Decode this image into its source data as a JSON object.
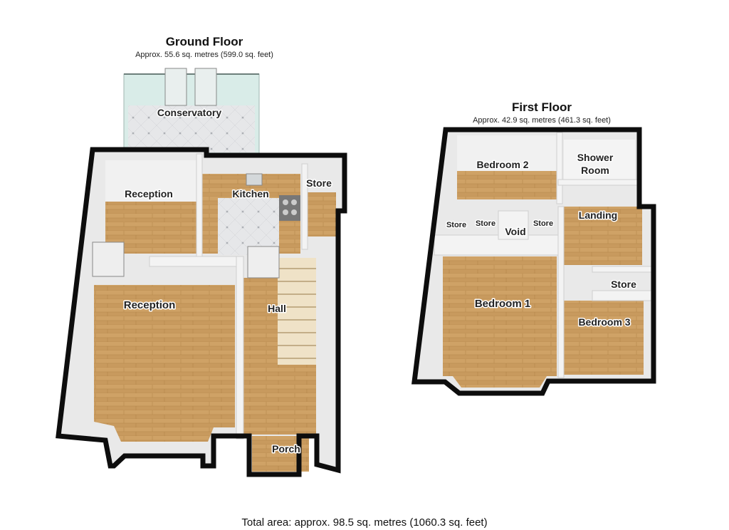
{
  "ground_floor": {
    "title": "Ground Floor",
    "area": "Approx. 55.6 sq. metres (599.0 sq. feet)",
    "rooms": {
      "conservatory": "Conservatory",
      "reception_upper": "Reception",
      "kitchen": "Kitchen",
      "store": "Store",
      "reception_lower": "Reception",
      "hall": "Hall",
      "porch": "Porch"
    }
  },
  "first_floor": {
    "title": "First Floor",
    "area": "Approx. 42.9 sq. metres (461.3 sq. feet)",
    "rooms": {
      "bedroom_2": "Bedroom 2",
      "shower_room_line1": "Shower",
      "shower_room_line2": "Room",
      "landing": "Landing",
      "store_left": "Store",
      "store_mid_left": "Store",
      "void": "Void",
      "store_mid_right": "Store",
      "store_right": "Store",
      "bedroom_1": "Bedroom 1",
      "bedroom_3": "Bedroom 3"
    }
  },
  "total_area": "Total area: approx. 98.5 sq. metres (1060.3 sq. feet)",
  "colors": {
    "wall": "#0d0d0d",
    "wood_floor": "#c89a5e",
    "tile_floor": "#e7e8ea",
    "inner_wall": "#f2f2f2",
    "glass": "#d9ece8"
  }
}
